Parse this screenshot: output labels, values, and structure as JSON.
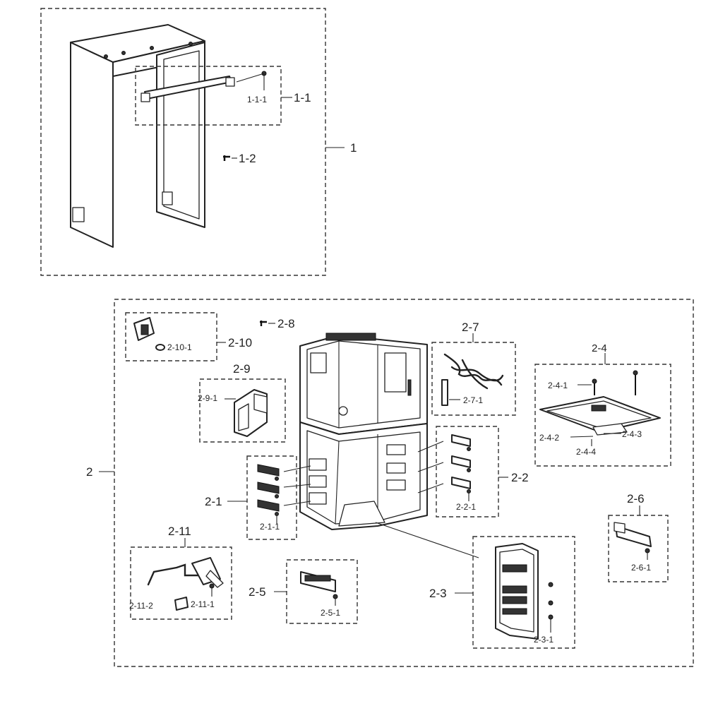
{
  "labels": {
    "l1": "1",
    "l1_1": "1-1",
    "l1_1_1": "1-1-1",
    "l1_2": "1-2",
    "l2": "2",
    "l2_1": "2-1",
    "l2_1_1": "2-1-1",
    "l2_2": "2-2",
    "l2_2_1": "2-2-1",
    "l2_3": "2-3",
    "l2_3_1": "2-3-1",
    "l2_4": "2-4",
    "l2_4_1": "2-4-1",
    "l2_4_2": "2-4-2",
    "l2_4_3": "2-4-3",
    "l2_4_4": "2-4-4",
    "l2_5": "2-5",
    "l2_5_1": "2-5-1",
    "l2_6": "2-6",
    "l2_6_1": "2-6-1",
    "l2_7": "2-7",
    "l2_7_1": "2-7-1",
    "l2_8": "2-8",
    "l2_9": "2-9",
    "l2_9_1": "2-9-1",
    "l2_10": "2-10",
    "l2_10_1": "2-10-1",
    "l2_11": "2-11",
    "l2_11_1": "2-11-1",
    "l2_11_2": "2-11-2"
  }
}
